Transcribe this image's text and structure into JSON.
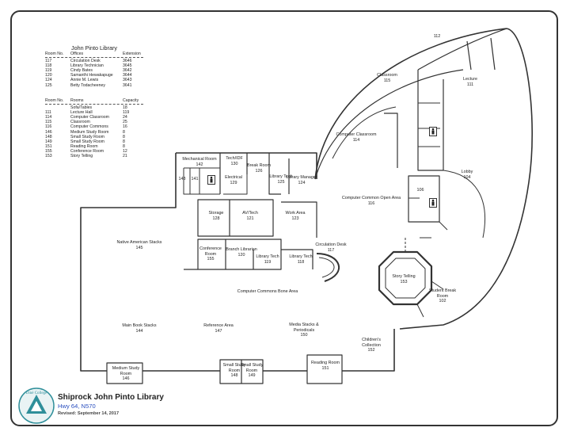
{
  "title": "John Pinto Library",
  "offices": {
    "headers": [
      "Room No.",
      "Offices",
      "Extension"
    ],
    "rows": [
      [
        "117",
        "Circulation Desk",
        "3646"
      ],
      [
        "118",
        "Library Technician",
        "3645"
      ],
      [
        "119",
        "Cindy Bates",
        "3642"
      ],
      [
        "120",
        "Samanthi Hewakapuge",
        "3644"
      ],
      [
        "124",
        "Annie M. Lewis",
        "3643"
      ],
      [
        "125",
        "Betty Todacheeney",
        "3641"
      ]
    ]
  },
  "rooms": {
    "headers": [
      "Room No.",
      "Rooms",
      "Capacity"
    ],
    "rows": [
      [
        "",
        "Sofa/Tables",
        "18"
      ],
      [
        "111",
        "Lecture Hall",
        "119"
      ],
      [
        "114",
        "Computer Classroom",
        "24"
      ],
      [
        "115",
        "Classroom",
        "25"
      ],
      [
        "116",
        "Computer Commons",
        "16"
      ],
      [
        "146",
        "Medium Study Room",
        "8"
      ],
      [
        "148",
        "Small Study Room",
        "8"
      ],
      [
        "149",
        "Small Study Room",
        "8"
      ],
      [
        "151",
        "Reading Room",
        "8"
      ],
      [
        "155",
        "Conference Room",
        "12"
      ],
      [
        "153",
        "Story Telling",
        "21"
      ]
    ]
  },
  "map_labels": [
    {
      "name": "Classroom",
      "num": "115"
    },
    {
      "name": "Lecture",
      "num": "111"
    },
    {
      "name": "",
      "num": "112"
    },
    {
      "name": "Computer Classroom",
      "num": "114"
    },
    {
      "name": "Lobby",
      "num": "104"
    },
    {
      "name": "",
      "num": "106"
    },
    {
      "name": "Mechanical Room",
      "num": "142"
    },
    {
      "name": "Tech/IDF",
      "num": "130"
    },
    {
      "name": "Break Room",
      "num": "126"
    },
    {
      "name": "Library Tech",
      "num": "125"
    },
    {
      "name": "Library Manager",
      "num": "124"
    },
    {
      "name": "",
      "num": "143"
    },
    {
      "name": "",
      "num": "141"
    },
    {
      "name": "Electrical",
      "num": "129"
    },
    {
      "name": "Computer Common Open Area",
      "num": "116"
    },
    {
      "name": "Storage",
      "num": "128"
    },
    {
      "name": "AV/Tech",
      "num": "121"
    },
    {
      "name": "Work Area",
      "num": "123"
    },
    {
      "name": "Native American Stacks",
      "num": "145"
    },
    {
      "name": "Conference Room",
      "num": "155"
    },
    {
      "name": "Branch Librarian",
      "num": "120"
    },
    {
      "name": "Library Tech",
      "num": "119"
    },
    {
      "name": "Library Tech",
      "num": "118"
    },
    {
      "name": "Circulation Desk",
      "num": "117"
    },
    {
      "name": "Story Telling",
      "num": "153"
    },
    {
      "name": "Student Break Room",
      "num": "102"
    },
    {
      "name": "Computer Commons Bone Area",
      "num": ""
    },
    {
      "name": "Main Book Stacks",
      "num": "144"
    },
    {
      "name": "Reference Area",
      "num": "147"
    },
    {
      "name": "Media Stacks & Periodicals",
      "num": "150"
    },
    {
      "name": "Children's Collection",
      "num": "152"
    },
    {
      "name": "Medium Study Room",
      "num": "146"
    },
    {
      "name": "Small Study Room",
      "num": "148"
    },
    {
      "name": "Small Study Room",
      "num": "149"
    },
    {
      "name": "Reading Room",
      "num": "151"
    }
  ],
  "footer": {
    "logo_text": "Diné College",
    "title": "Shiprock John Pinto Library",
    "address": "Hwy 64, N570",
    "revised": "Revised: September 14, 2017"
  },
  "colors": {
    "walls": "#333333",
    "link": "#2a4fbf",
    "logo_teal": "#2f8f9a"
  },
  "icons": [
    "restroom-icon",
    "dine-college-logo"
  ]
}
